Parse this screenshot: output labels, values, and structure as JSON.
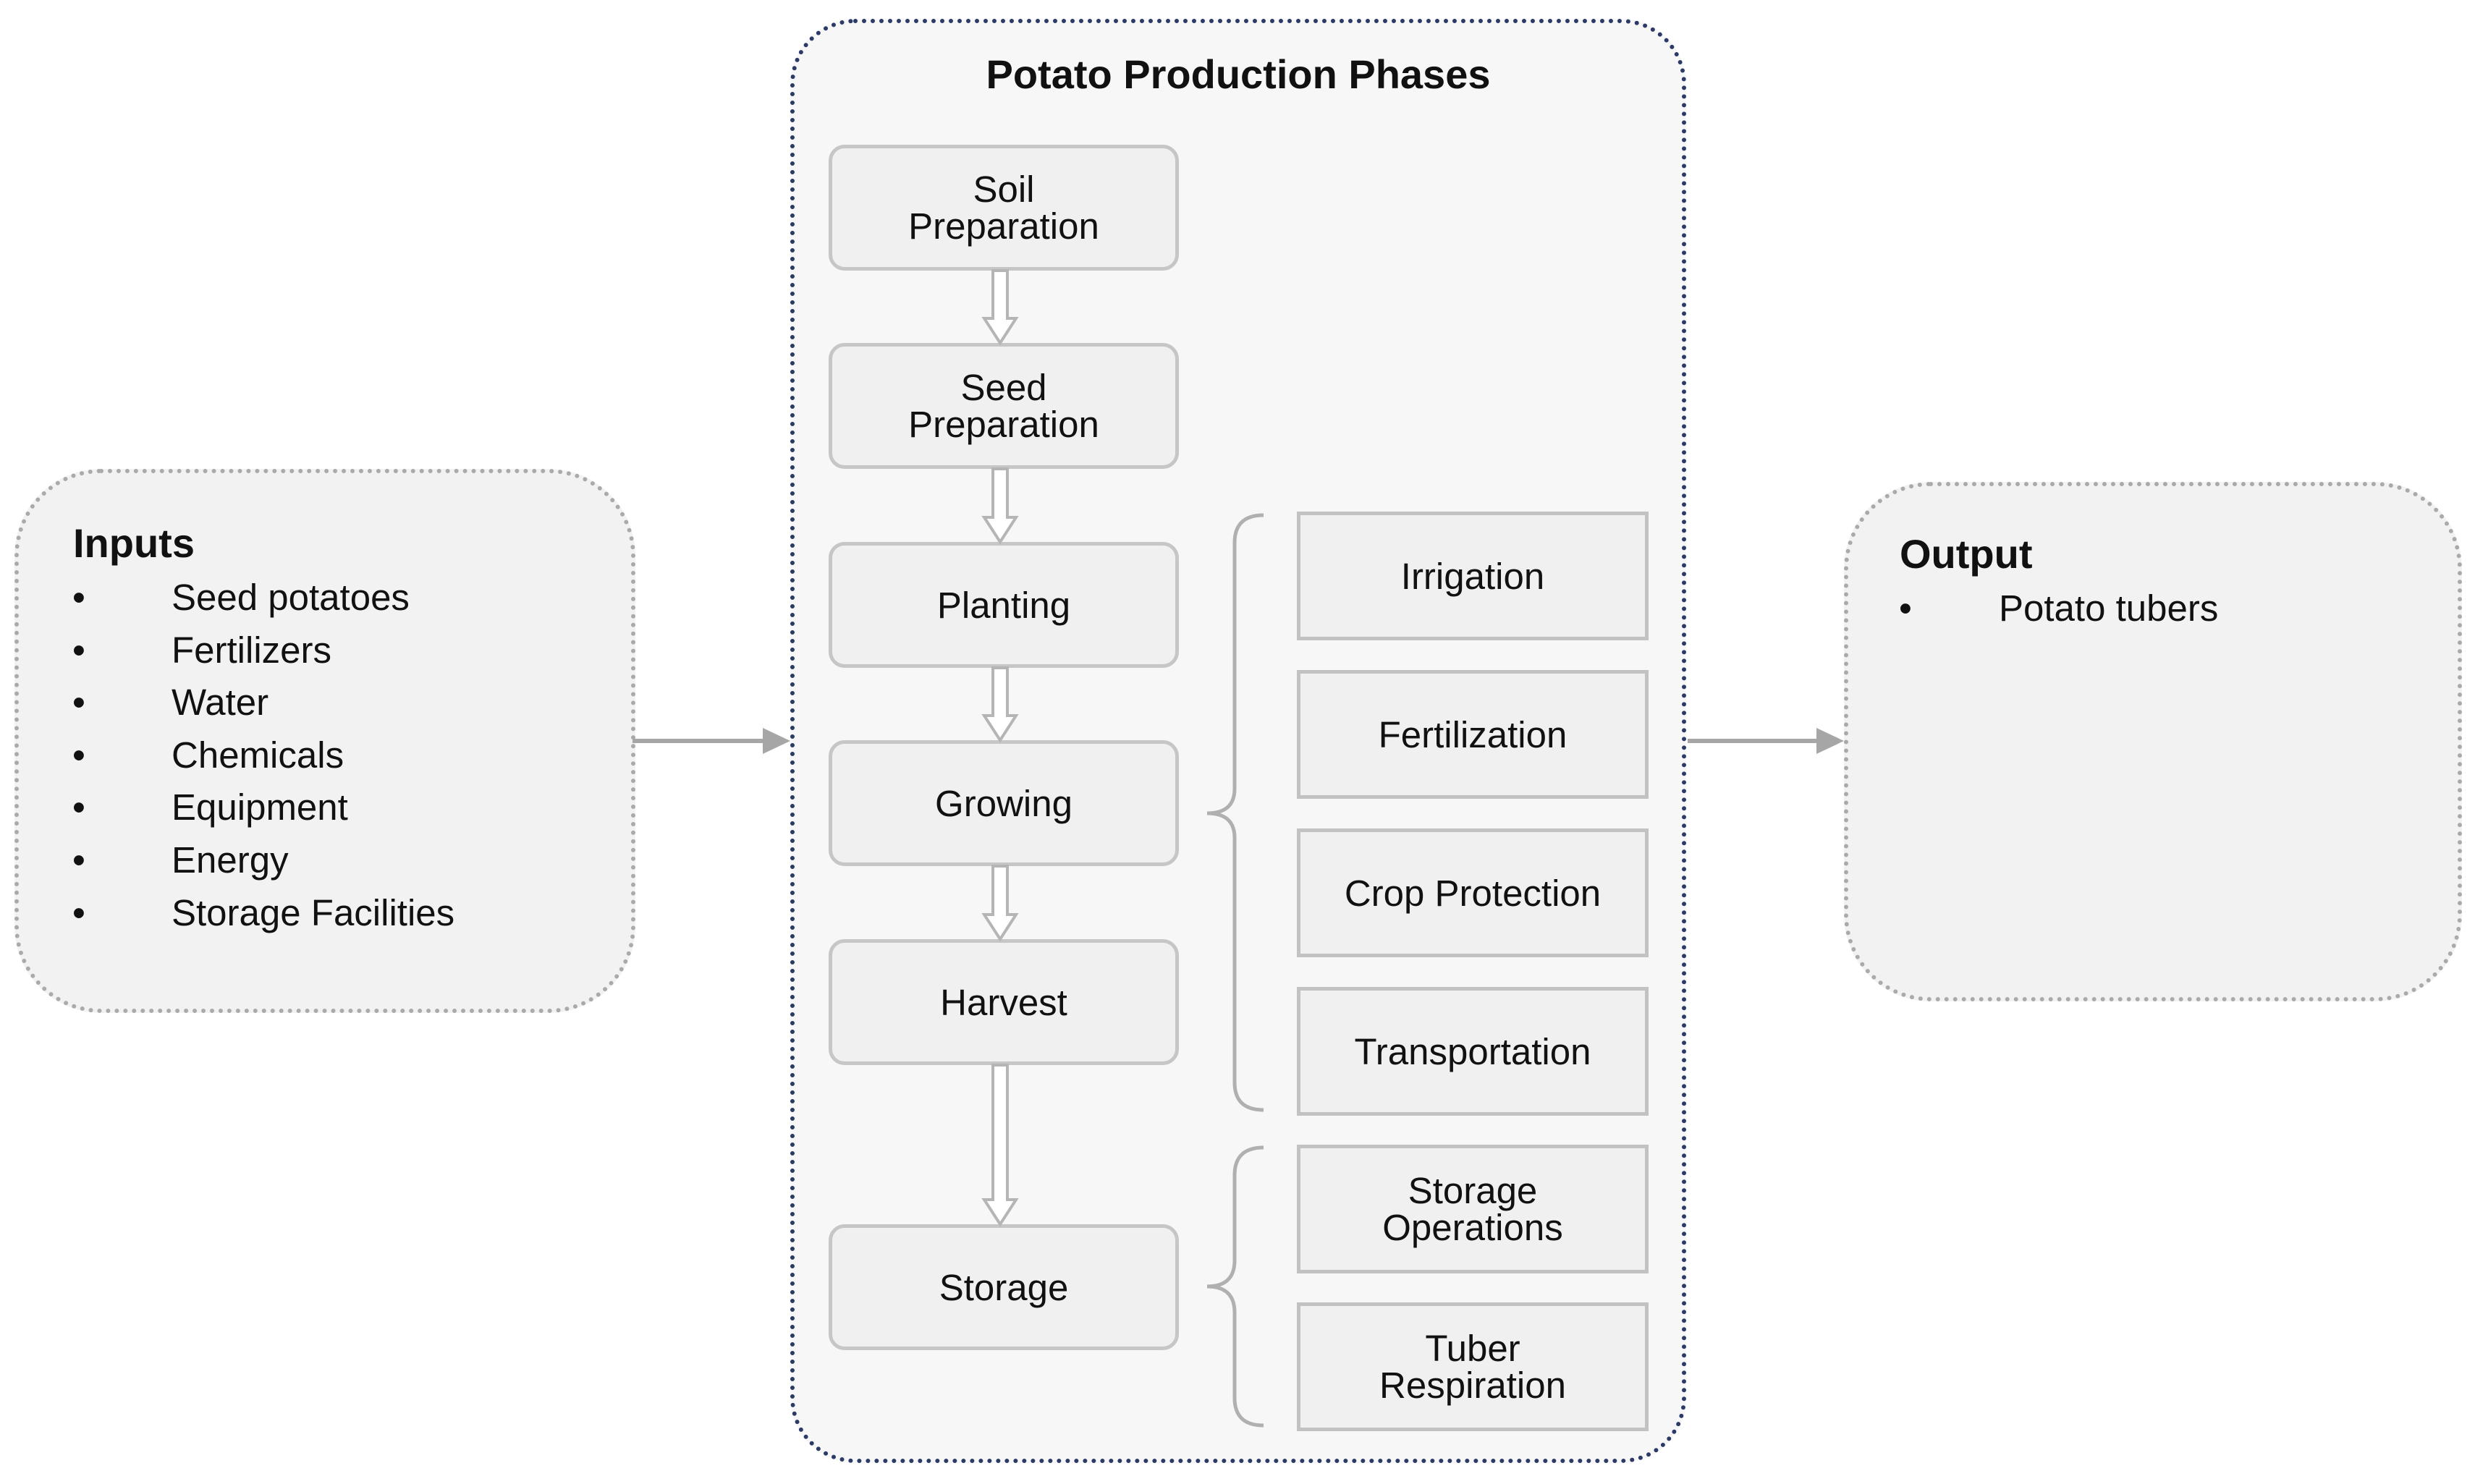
{
  "inputs": {
    "title": "Inputs",
    "items": [
      "Seed potatoes",
      "Fertilizers",
      "Water",
      "Chemicals",
      "Equipment",
      "Energy",
      "Storage Facilities"
    ]
  },
  "phases": {
    "title": "Potato Production Phases",
    "steps": [
      {
        "line1": "Soil",
        "line2": "Preparation"
      },
      {
        "line1": "Seed",
        "line2": "Preparation"
      },
      {
        "line1": "Planting",
        "line2": ""
      },
      {
        "line1": "Growing",
        "line2": ""
      },
      {
        "line1": "Harvest",
        "line2": ""
      },
      {
        "line1": "Storage",
        "line2": ""
      }
    ],
    "growing_activities": [
      {
        "line1": "Irrigation",
        "line2": ""
      },
      {
        "line1": "Fertilization",
        "line2": ""
      },
      {
        "line1": "Crop Protection",
        "line2": ""
      },
      {
        "line1": "Transportation",
        "line2": ""
      }
    ],
    "storage_activities": [
      {
        "line1": "Storage",
        "line2": "Operations"
      },
      {
        "line1": "Tuber",
        "line2": "Respiration"
      }
    ]
  },
  "output": {
    "title": "Output",
    "items": [
      "Potato tubers"
    ]
  },
  "colors": {
    "container_border": "#2b3a66",
    "dotted_border": "#aaaaaa",
    "box_fill": "#f0f0f0",
    "arrow": "#a6a6a6"
  }
}
